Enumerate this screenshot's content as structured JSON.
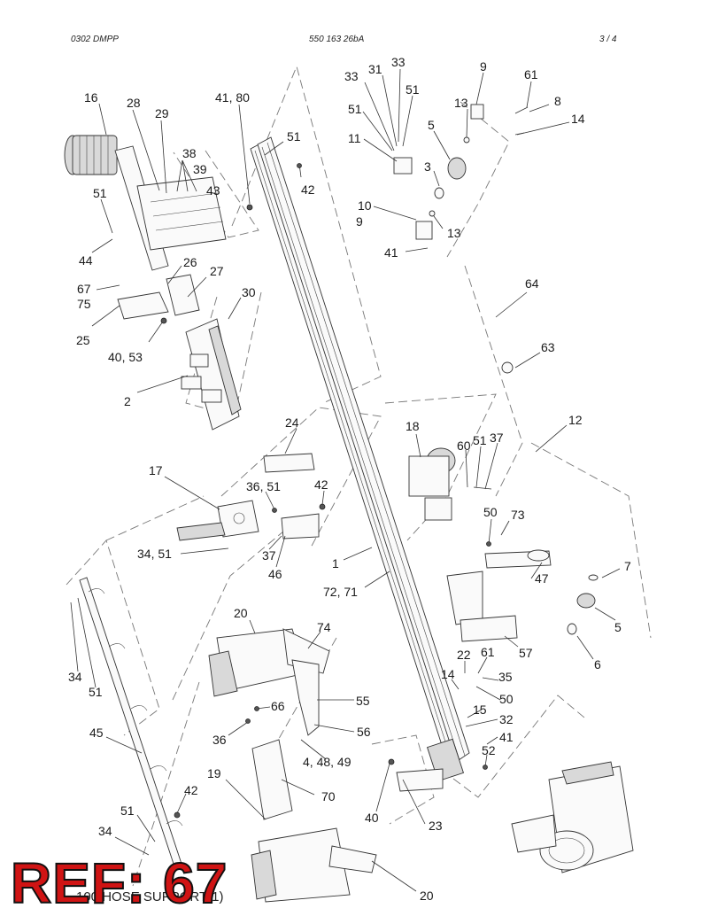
{
  "header": {
    "left": "0302 DMPP",
    "center": "550 163 26bA",
    "right": "3 /   4"
  },
  "callouts": [
    {
      "id": "c16",
      "text": "16"
    },
    {
      "id": "c28",
      "text": "28"
    },
    {
      "id": "c29",
      "text": "29"
    },
    {
      "id": "c41-80",
      "text": "41, 80"
    },
    {
      "id": "c38",
      "text": "38"
    },
    {
      "id": "c39",
      "text": "39"
    },
    {
      "id": "c43",
      "text": "43"
    },
    {
      "id": "c51a",
      "text": "51"
    },
    {
      "id": "c44",
      "text": "44"
    },
    {
      "id": "c26",
      "text": "26"
    },
    {
      "id": "c27",
      "text": "27"
    },
    {
      "id": "c67",
      "text": "67"
    },
    {
      "id": "c75",
      "text": "75"
    },
    {
      "id": "c30",
      "text": "30"
    },
    {
      "id": "c25",
      "text": "25"
    },
    {
      "id": "c40-53",
      "text": "40, 53"
    },
    {
      "id": "c2",
      "text": "2"
    },
    {
      "id": "c51b",
      "text": "51"
    },
    {
      "id": "c42a",
      "text": "42"
    },
    {
      "id": "c33a",
      "text": "33"
    },
    {
      "id": "c31",
      "text": "31"
    },
    {
      "id": "c33b",
      "text": "33"
    },
    {
      "id": "c51c",
      "text": "51"
    },
    {
      "id": "c51d",
      "text": "51"
    },
    {
      "id": "c11",
      "text": "11"
    },
    {
      "id": "c10",
      "text": "10"
    },
    {
      "id": "c9a",
      "text": "9"
    },
    {
      "id": "c41a",
      "text": "41"
    },
    {
      "id": "c9b",
      "text": "9"
    },
    {
      "id": "c13a",
      "text": "13"
    },
    {
      "id": "c5a",
      "text": "5"
    },
    {
      "id": "c3",
      "text": "3"
    },
    {
      "id": "c13b",
      "text": "13"
    },
    {
      "id": "c61a",
      "text": "61"
    },
    {
      "id": "c8",
      "text": "8"
    },
    {
      "id": "c14a",
      "text": "14"
    },
    {
      "id": "c64",
      "text": "64"
    },
    {
      "id": "c63",
      "text": "63"
    },
    {
      "id": "c12",
      "text": "12"
    },
    {
      "id": "c18",
      "text": "18"
    },
    {
      "id": "c60",
      "text": "60"
    },
    {
      "id": "c51e",
      "text": "51"
    },
    {
      "id": "c37a",
      "text": "37"
    },
    {
      "id": "c24",
      "text": "24"
    },
    {
      "id": "c17",
      "text": "17"
    },
    {
      "id": "c36-51",
      "text": "36, 51"
    },
    {
      "id": "c42b",
      "text": "42"
    },
    {
      "id": "c34-51",
      "text": "34, 51"
    },
    {
      "id": "c37b",
      "text": "37"
    },
    {
      "id": "c46",
      "text": "46"
    },
    {
      "id": "c1",
      "text": "1"
    },
    {
      "id": "c72-71",
      "text": "72, 71"
    },
    {
      "id": "c50a",
      "text": "50"
    },
    {
      "id": "c73",
      "text": "73"
    },
    {
      "id": "c47",
      "text": "47"
    },
    {
      "id": "c7",
      "text": "7"
    },
    {
      "id": "c5b",
      "text": "5"
    },
    {
      "id": "c6",
      "text": "6"
    },
    {
      "id": "c57",
      "text": "57"
    },
    {
      "id": "c20a",
      "text": "20"
    },
    {
      "id": "c74",
      "text": "74"
    },
    {
      "id": "c34a",
      "text": "34"
    },
    {
      "id": "c51f",
      "text": "51"
    },
    {
      "id": "c22",
      "text": "22"
    },
    {
      "id": "c61b",
      "text": "61"
    },
    {
      "id": "c35",
      "text": "35"
    },
    {
      "id": "c14b",
      "text": "14"
    },
    {
      "id": "c50b",
      "text": "50"
    },
    {
      "id": "c15",
      "text": "15"
    },
    {
      "id": "c32",
      "text": "32"
    },
    {
      "id": "c41b",
      "text": "41"
    },
    {
      "id": "c52",
      "text": "52"
    },
    {
      "id": "c66",
      "text": "66"
    },
    {
      "id": "c55",
      "text": "55"
    },
    {
      "id": "c45",
      "text": "45"
    },
    {
      "id": "c36",
      "text": "36"
    },
    {
      "id": "c56",
      "text": "56"
    },
    {
      "id": "c4-48-49",
      "text": "4, 48, 49"
    },
    {
      "id": "c19",
      "text": "19"
    },
    {
      "id": "c70",
      "text": "70"
    },
    {
      "id": "c42c",
      "text": "42"
    },
    {
      "id": "c40",
      "text": "40"
    },
    {
      "id": "c23",
      "text": "23"
    },
    {
      "id": "c51g",
      "text": "51"
    },
    {
      "id": "c34b",
      "text": "34"
    },
    {
      "id": "c20b",
      "text": "20"
    }
  ],
  "stamp": {
    "label": "REF: 67"
  },
  "footer": {
    "caption": "100 HOSE SUPPORT(1)"
  }
}
